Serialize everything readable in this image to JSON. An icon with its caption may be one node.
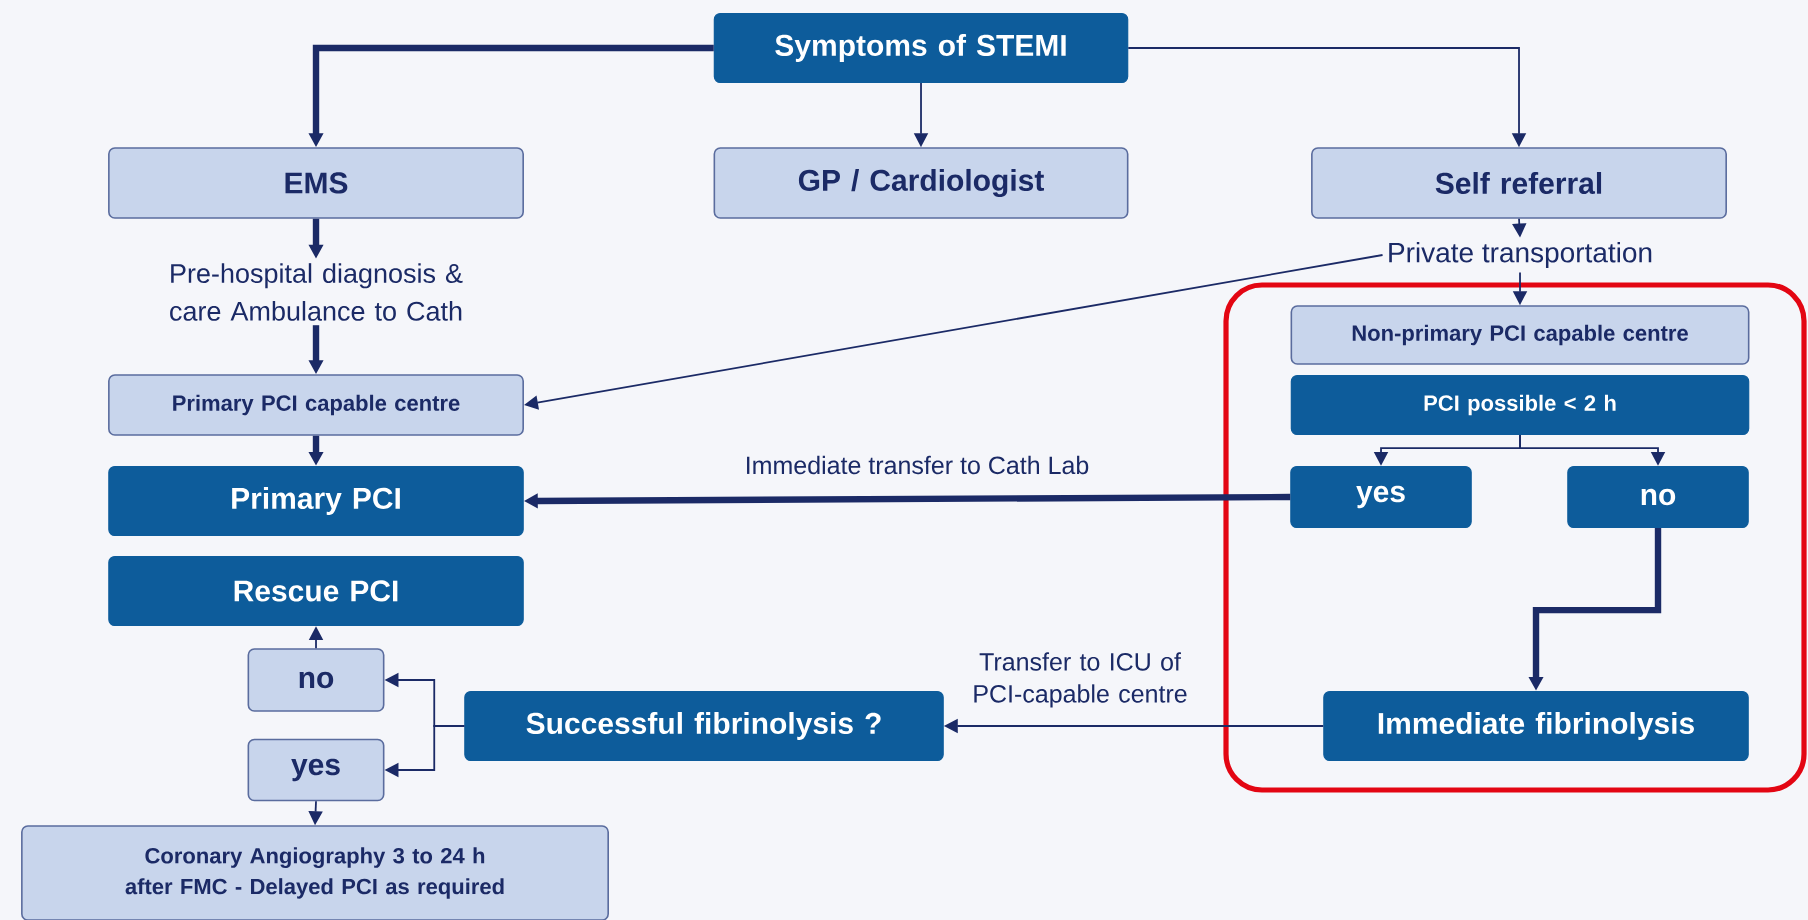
{
  "diagram": {
    "nodes": [
      {
        "text": [
          "Symptoms of STEMI"
        ]
      },
      {
        "text": [
          "EMS"
        ]
      },
      {
        "text": [
          "GP / Cardiologist"
        ]
      },
      {
        "text": [
          "Self referral"
        ]
      },
      {
        "text": [
          "Pre-hospital diagnosis & care Ambulance to Cath"
        ]
      },
      {
        "text": [
          "Private transportation"
        ]
      },
      {
        "text": [
          "Primary PCI capable centre"
        ]
      },
      {
        "text": [
          "Non-primary PCI capable centre"
        ]
      },
      {
        "text": [
          "PCI possible < 2 h"
        ]
      },
      {
        "text": [
          "Primary PCI"
        ]
      },
      {
        "text": [
          "yes"
        ]
      },
      {
        "text": [
          "no"
        ]
      },
      {
        "text": [
          "Rescue PCI"
        ]
      },
      {
        "text": [
          "no"
        ]
      },
      {
        "text": [
          "Successful fibrinolysis ?"
        ]
      },
      {
        "text": [
          "Immediate fibrinolysis"
        ]
      },
      {
        "text": [
          "yes"
        ]
      },
      {
        "text": [
          "Coronary Angiography 3 to 24 h after FMC - Delayed PCI as required"
        ]
      }
    ],
    "edges": [
      {
        "from": 0,
        "to": 1,
        "arrow": "to",
        "style": "thick"
      },
      {
        "from": 0,
        "to": 2,
        "arrow": "to"
      },
      {
        "from": 0,
        "to": 3,
        "arrow": "to"
      },
      {
        "from": 1,
        "to": 4,
        "arrow": "to",
        "style": "thick"
      },
      {
        "from": 4,
        "to": 6,
        "arrow": "to",
        "style": "thick"
      },
      {
        "from": 3,
        "to": 5,
        "arrow": "to"
      },
      {
        "from": 5,
        "to": 6,
        "arrow": "to"
      },
      {
        "from": 5,
        "to": 7,
        "arrow": "to"
      },
      {
        "from": 6,
        "to": 9,
        "arrow": "to",
        "style": "thick"
      },
      {
        "from": 8,
        "to": 10,
        "arrow": "to"
      },
      {
        "from": 8,
        "to": 11,
        "arrow": "to"
      },
      {
        "from": 10,
        "to": 9,
        "arrow": "to",
        "style": "thick",
        "label": "Immediate transfer to Cath Lab"
      },
      {
        "from": 11,
        "to": 15,
        "arrow": "to",
        "style": "thick"
      },
      {
        "from": 15,
        "to": 14,
        "arrow": "to",
        "label": "Transfer to ICU of PCI-capable centre"
      },
      {
        "from": 14,
        "to": 13,
        "arrow": "to"
      },
      {
        "from": 14,
        "to": 16,
        "arrow": "to"
      },
      {
        "from": 13,
        "to": 12,
        "arrow": "to"
      },
      {
        "from": 16,
        "to": 17,
        "arrow": "to"
      }
    ]
  }
}
